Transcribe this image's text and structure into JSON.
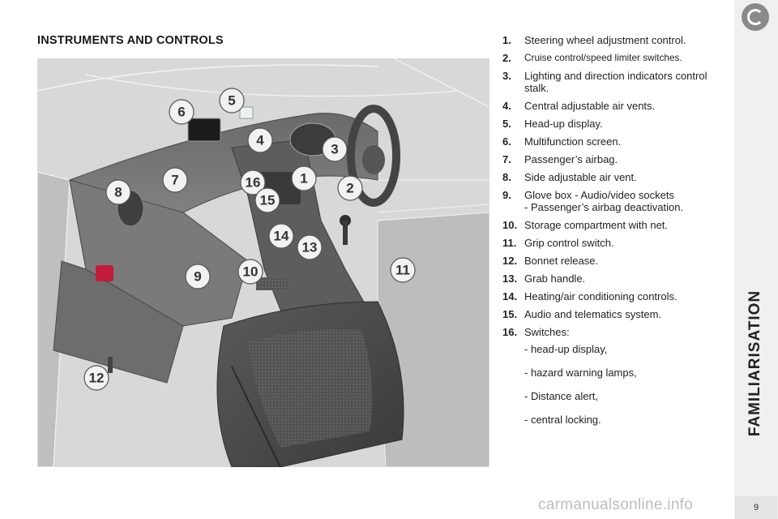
{
  "header": {
    "title": "INSTRUMENTS AND CONTROLS"
  },
  "legend": [
    {
      "number": "1.",
      "text": "Steering wheel adjustment control."
    },
    {
      "number": "2.",
      "text": "Cruise control/speed limiter switches."
    },
    {
      "number": "3.",
      "text": "Lighting and direction indicators control stalk."
    },
    {
      "number": "4.",
      "text": "Central adjustable air vents."
    },
    {
      "number": "5.",
      "text": "Head-up display."
    },
    {
      "number": "6.",
      "text": "Multifunction screen."
    },
    {
      "number": "7.",
      "text": "Passenger’s airbag."
    },
    {
      "number": "8.",
      "text": "Side adjustable air vent."
    },
    {
      "number": "9.",
      "text": "Glove box - Audio/video sockets",
      "text2": "- Passenger’s airbag deactivation."
    },
    {
      "number": "10.",
      "text": "Storage compartment with net."
    },
    {
      "number": "11.",
      "text": "Grip control switch."
    },
    {
      "number": "12.",
      "text": "Bonnet release."
    },
    {
      "number": "13.",
      "text": "Grab handle."
    },
    {
      "number": "14.",
      "text": "Heating/air conditioning controls."
    },
    {
      "number": "15.",
      "text": "Audio and telematics system."
    },
    {
      "number": "16.",
      "text": "Switches:"
    }
  ],
  "switches": [
    "- head-up display,",
    "- hazard warning lamps,",
    "- Distance alert,",
    "- central locking."
  ],
  "callouts": [
    "6",
    "5",
    "4",
    "3",
    "16",
    "1",
    "2",
    "7",
    "8",
    "15",
    "14",
    "13",
    "9",
    "10",
    "11",
    "12"
  ],
  "sidebar": {
    "section": "FAMILIARISATION",
    "icon": "chapter-icon",
    "page": "9"
  },
  "watermark": "carmanualsonline.info"
}
